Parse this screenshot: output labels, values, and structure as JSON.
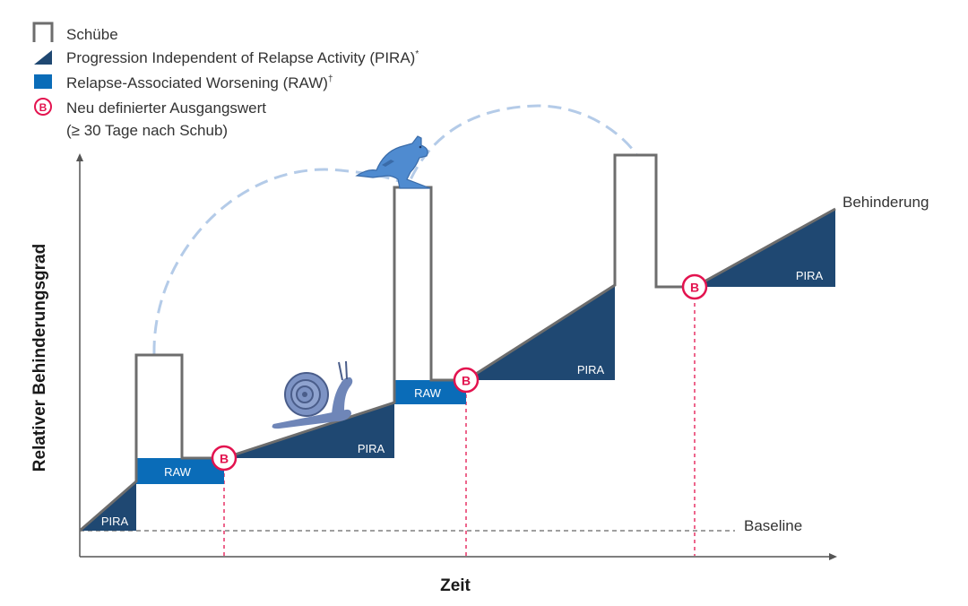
{
  "legend": {
    "schuebe": "Schübe",
    "pira": "Progression Independent of Relapse Activity (PIRA)",
    "pira_mark": "*",
    "raw": "Relapse-Associated Worsening (RAW)",
    "raw_mark": "†",
    "baseline_new_line1": "Neu definierter Ausgangswert",
    "baseline_new_line2": "(≥ 30 Tage nach Schub)",
    "b_symbol": "B"
  },
  "axes": {
    "y_title": "Relativer Behinderungsgrad",
    "x_title": "Zeit"
  },
  "labels": {
    "behinderung": "Behinderung",
    "baseline": "Baseline",
    "pira": "PIRA",
    "raw": "RAW",
    "b": "B"
  },
  "icons": {
    "snail": "snail-icon",
    "kangaroo": "kangaroo-icon"
  },
  "colors": {
    "pira_fill": "#1f4872",
    "raw_fill": "#0a6cb8",
    "relapse_stroke": "#6d6d6d",
    "b_marker": "#e3134f",
    "arc": "#b4cbe8",
    "snail": "#6f86b8",
    "kangaroo": "#4f8bd0"
  }
}
